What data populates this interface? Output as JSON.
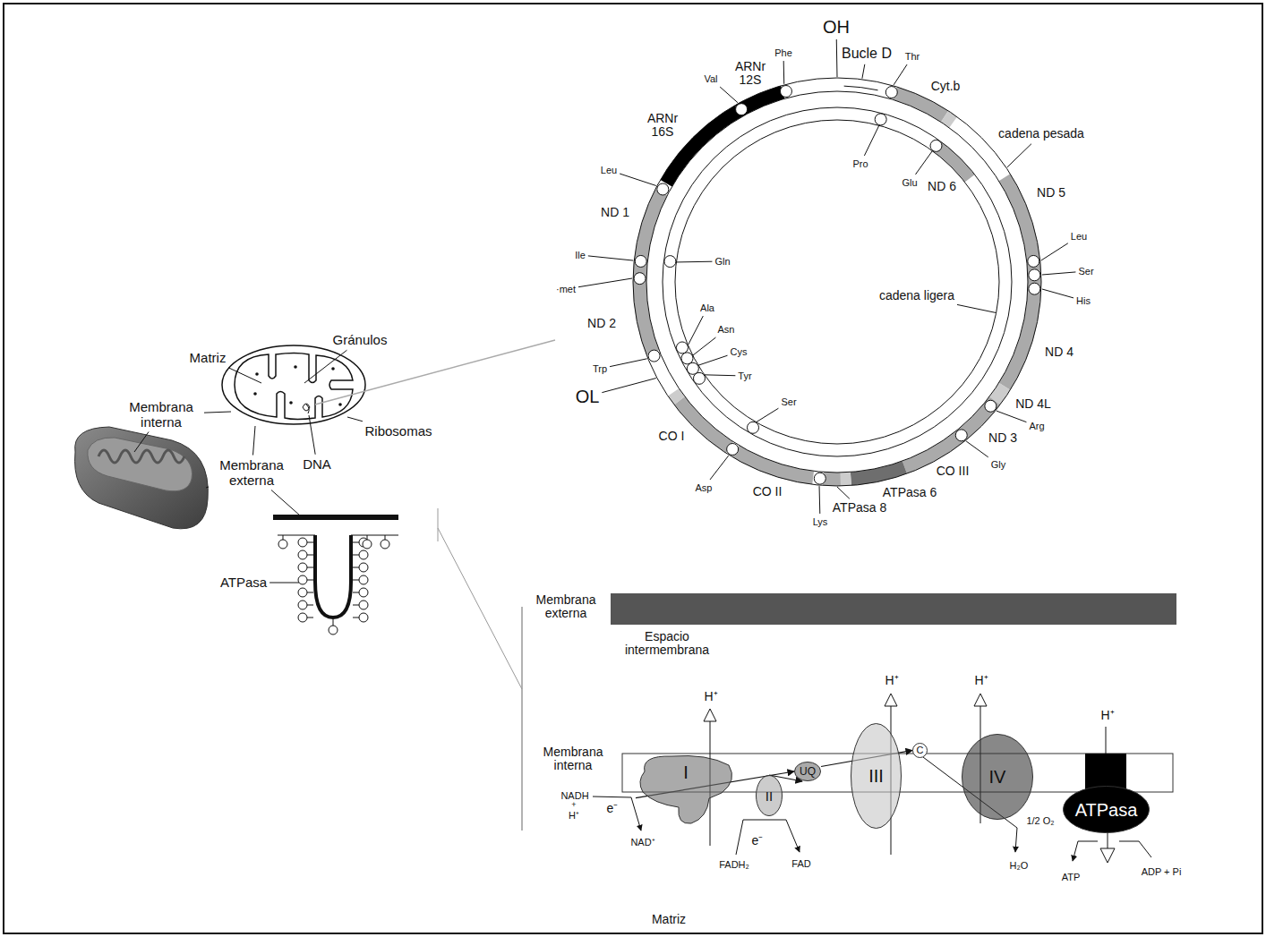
{
  "diagram": {
    "nodes": [
      {
        "text": [
          "I"
        ]
      },
      {
        "text": [
          "II"
        ]
      },
      {
        "text": [
          "UQ"
        ]
      },
      {
        "text": [
          "III"
        ]
      },
      {
        "text": [
          "C"
        ]
      },
      {
        "text": [
          "IV"
        ]
      },
      {
        "text": [
          "ATPasa"
        ]
      }
    ],
    "edges": [
      {
        "from": 0,
        "to": 2,
        "arrow": "to"
      },
      {
        "from": 1,
        "to": 2,
        "arrow": "to"
      },
      {
        "from": 2,
        "to": 4,
        "arrow": "to"
      }
    ],
    "labels": [
      "Matriz",
      "Gránulos",
      "Membrana interna",
      "Ribosomas",
      "Membrana externa",
      "DNA",
      "ATPasa",
      "OH",
      "Bucle D",
      "Thr",
      "Cyt.b",
      "cadena pesada",
      "ND 5",
      "Leu",
      "Ser",
      "His",
      "ND 4",
      "ND 4L",
      "Arg",
      "ND 3",
      "Gly",
      "CO III",
      "ATPasa 6",
      "ATPasa 8",
      "Lys",
      "CO II",
      "Asp",
      "CO I",
      "OL",
      "Trp",
      "ND 2",
      "·met",
      "Ile",
      "ND 1",
      "Leu",
      "ARNr 16S",
      "Val",
      "ARNr 12S",
      "Phe",
      "Pro",
      "Glu",
      "ND 6",
      "Gln",
      "cadena ligera",
      "Ala",
      "Asn",
      "Cys",
      "Tyr",
      "Ser",
      "Membrana externa",
      "Espacio intermembrana",
      "Membrana interna",
      "H⁺",
      "H⁺",
      "H⁺",
      "H⁺",
      "NADH",
      "+",
      "H⁺",
      "e⁻",
      "NAD⁺",
      "e⁻",
      "FADH₂",
      "FAD",
      "1/2 O₂",
      "H₂O",
      "ATP",
      "ADP + Pi",
      "Matriz"
    ]
  }
}
